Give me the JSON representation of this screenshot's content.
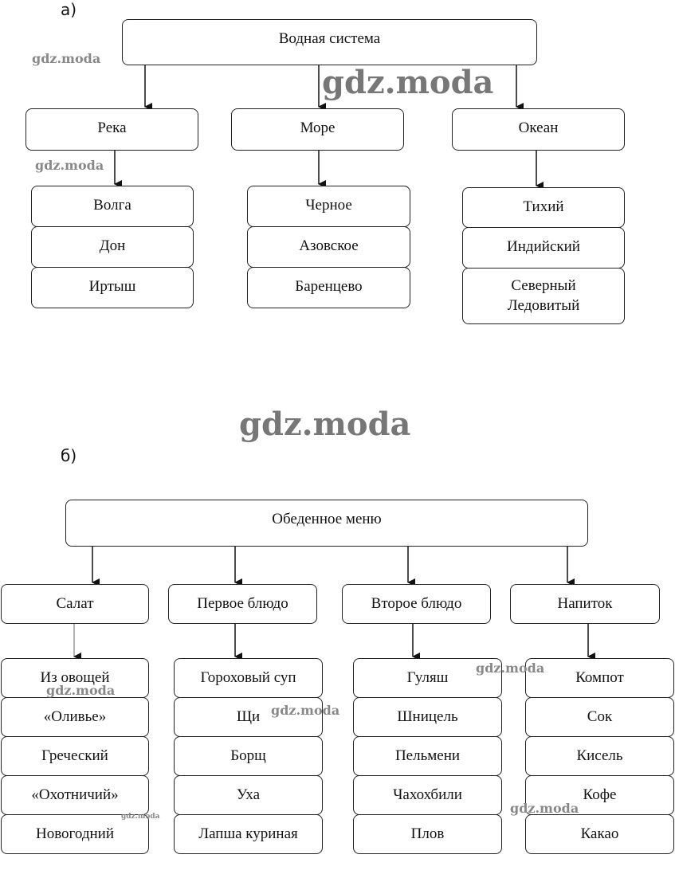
{
  "section_a": {
    "label": "а)",
    "root": "Водная система",
    "branches": [
      {
        "title": "Река",
        "items": [
          "Волга",
          "Дон",
          "Иртыш"
        ]
      },
      {
        "title": "Море",
        "items": [
          "Черное",
          "Азовское",
          "Баренцево"
        ]
      },
      {
        "title": "Океан",
        "items": [
          "Тихий",
          "Индийский",
          "Северный Ледовитый"
        ]
      }
    ]
  },
  "section_b": {
    "label": "б)",
    "root": "Обеденное меню",
    "branches": [
      {
        "title": "Салат",
        "items": [
          "Из овощей",
          "«Оливье»",
          "Греческий",
          "«Охотничий»",
          "Новогодний"
        ]
      },
      {
        "title": "Первое блюдо",
        "items": [
          "Гороховый суп",
          "Щи",
          "Борщ",
          "Уха",
          "Лапша куриная"
        ]
      },
      {
        "title": "Второе блюдо",
        "items": [
          "Гуляш",
          "Шницель",
          "Пельмени",
          "Чахохбили",
          "Плов"
        ]
      },
      {
        "title": "Напиток",
        "items": [
          "Компот",
          "Сок",
          "Кисель",
          "Кофе",
          "Какао"
        ]
      }
    ]
  },
  "watermark": "gdz.moda"
}
